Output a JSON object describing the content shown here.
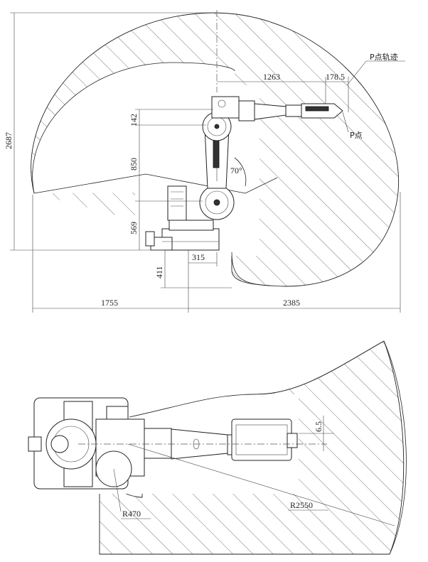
{
  "side_view": {
    "labels": {
      "p_track": "P点轨迹",
      "p_point": "P点"
    },
    "dims": {
      "d1263": "1263",
      "d178": "178.5",
      "d2687": "2687",
      "d142": "142",
      "d850": "850",
      "d569": "569",
      "d411": "411",
      "d315": "315",
      "d1755": "1755",
      "d2385": "2385",
      "angle": "70°"
    }
  },
  "top_view": {
    "dims": {
      "d6_5": "6.5",
      "r470": "R470",
      "r2550": "R2550"
    }
  },
  "colors": {
    "line": "#222222",
    "hatch": "#555555",
    "background": "#ffffff"
  }
}
